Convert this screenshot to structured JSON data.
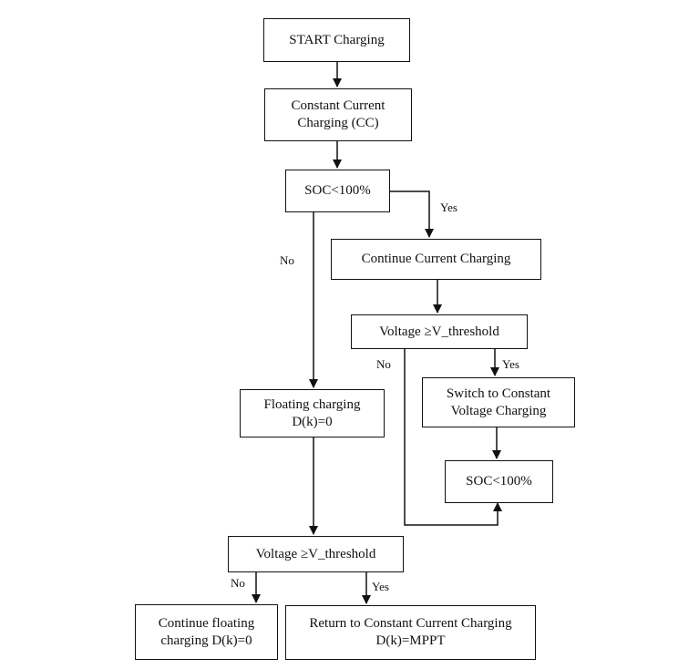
{
  "nodes": {
    "start": {
      "lines": [
        "START Charging"
      ]
    },
    "cc": {
      "lines": [
        "Constant Current",
        "Charging (CC)"
      ]
    },
    "soc1": {
      "lines": [
        "SOC<100%"
      ]
    },
    "continue_current": {
      "lines": [
        "Continue Current Charging"
      ]
    },
    "voltage1": {
      "lines": [
        "Voltage ≥V_threshold"
      ]
    },
    "switch_cv": {
      "lines": [
        "Switch to Constant",
        "Voltage Charging"
      ]
    },
    "soc2": {
      "lines": [
        "SOC<100%"
      ]
    },
    "floating": {
      "lines": [
        "Floating charging",
        "D(k)=0"
      ]
    },
    "voltage2": {
      "lines": [
        "Voltage ≥V_threshold"
      ]
    },
    "continue_floating": {
      "lines": [
        "Continue floating",
        "charging D(k)=0"
      ]
    },
    "return_cc": {
      "lines": [
        "Return to Constant Current Charging",
        "D(k)=MPPT"
      ]
    }
  },
  "labels": {
    "soc1_yes": "Yes",
    "soc1_no": "No",
    "voltage1_no": "No",
    "voltage1_yes": "Yes",
    "voltage2_no": "No",
    "voltage2_yes": "Yes"
  },
  "edges": [
    {
      "from": "start",
      "to": "cc"
    },
    {
      "from": "cc",
      "to": "soc1"
    },
    {
      "from": "soc1",
      "to": "continue_current",
      "label": "Yes"
    },
    {
      "from": "soc1",
      "to": "floating",
      "label": "No"
    },
    {
      "from": "continue_current",
      "to": "voltage1"
    },
    {
      "from": "voltage1",
      "to": "switch_cv",
      "label": "Yes"
    },
    {
      "from": "voltage1",
      "to": "soc2",
      "label": "No"
    },
    {
      "from": "switch_cv",
      "to": "soc2"
    },
    {
      "from": "floating",
      "to": "voltage2"
    },
    {
      "from": "voltage2",
      "to": "continue_floating",
      "label": "No"
    },
    {
      "from": "voltage2",
      "to": "return_cc",
      "label": "Yes"
    }
  ]
}
